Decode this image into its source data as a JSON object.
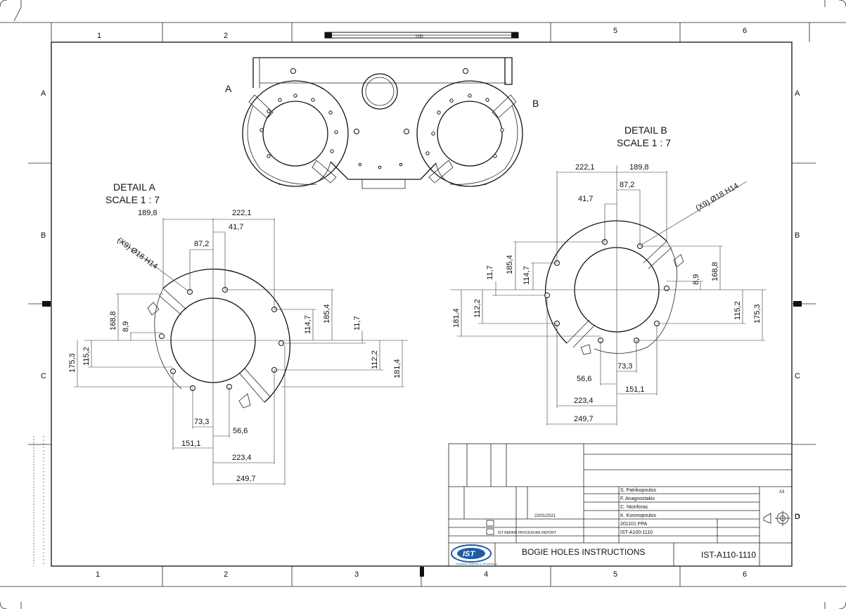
{
  "sheet": {
    "zone_columns": [
      "1",
      "2",
      "3",
      "4",
      "5",
      "6"
    ],
    "zone_rows": [
      "A",
      "B",
      "C",
      "D"
    ],
    "scale_bar_value": "100"
  },
  "main_view": {
    "label_a": "A",
    "label_b": "B"
  },
  "detail_a": {
    "title": "DETAIL A",
    "scale": "SCALE 1 : 7",
    "hole_callout": "(X9) Ø18 H14",
    "dims_top": [
      "189,8",
      "222,1",
      "41,7",
      "87,2"
    ],
    "dims_bottom": [
      "73,3",
      "56,6",
      "151,1",
      "223,4",
      "249,7"
    ],
    "dims_left": [
      "168,8",
      "8,9",
      "115,2",
      "175,3"
    ],
    "dims_right": [
      "114,7",
      "185,4",
      "11,7",
      "112,2",
      "181,4"
    ]
  },
  "detail_b": {
    "title": "DETAIL B",
    "scale": "SCALE 1 : 7",
    "hole_callout": "(X9) Ø18 H14",
    "dims_top": [
      "222,1",
      "189,8",
      "87,2",
      "41,7"
    ],
    "dims_bottom": [
      "73,3",
      "56,6",
      "151,1",
      "223,4",
      "249,7"
    ],
    "dims_left": [
      "11,7",
      "185,4",
      "114,7",
      "181,4",
      "112,2"
    ],
    "dims_right": [
      "8,9",
      "168,8",
      "115,2",
      "175,3"
    ]
  },
  "title_block": {
    "names": [
      "S. Patrikopoulos",
      "F. Anagnostakis",
      "C. Ntonforas",
      "K. Kosmopoulos"
    ],
    "date": "22/01/2021",
    "code_1": "201101 PPA",
    "code_2": "IST-A100-1110",
    "report_label": "IST REPAIR PROCEDURE REPORT",
    "company_logo_text": "IST",
    "company_tagline": "Industrial Sciences & Technology",
    "drawing_title": "BOGIE HOLES INSTRUCTIONS",
    "drawing_number": "IST-A110-1110",
    "size": "A3",
    "sheet_letter": "D"
  }
}
